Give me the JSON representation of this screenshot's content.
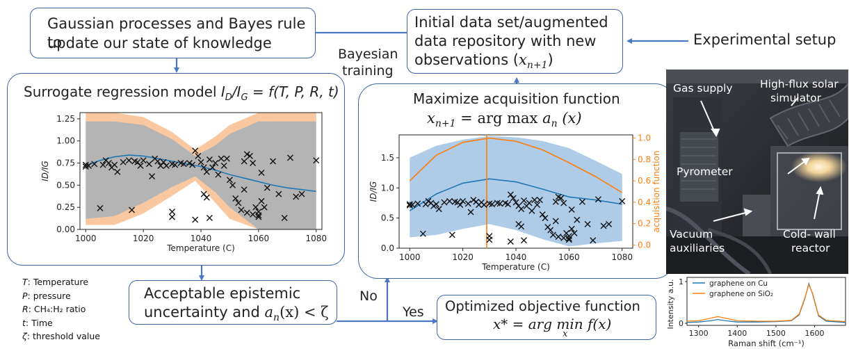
{
  "boxes": {
    "gaussian_line1": "Gaussian processes and Bayes rule to",
    "gaussian_line2": "update our state of knowledge",
    "initial_line1": "Initial data set/augmented",
    "initial_line2": "data repository with new",
    "initial_line3": "observations (",
    "initial_math": "x",
    "initial_sub": "n+1",
    "initial_close": ")",
    "surrogate_title": "Surrogate regression model ",
    "surrogate_ratio": "I",
    "surrogate_ratio_sub_d": "D",
    "surrogate_ratio_slash": "/I",
    "surrogate_ratio_sub_g": "G",
    "surrogate_func": " = f(T, P, R, t)",
    "acq_title": "Maximize acquisition function",
    "acq_formula_lhs": "x",
    "acq_formula_sub": "n+1",
    "acq_formula_rhs": " = arg max ",
    "acq_formula_an": "a",
    "acq_formula_an_sub": "n",
    "acq_formula_arg": " (x)",
    "accept_line1": "Acceptable epistemic",
    "accept_line2": "uncertainty and ",
    "accept_an": "a",
    "accept_an_sub": "n",
    "accept_rest": "(x) < ζ",
    "opt_title": "Optimized objective function",
    "opt_formula": "x* = arg min f(x)",
    "opt_formula_under": "x"
  },
  "arrow_labels": {
    "bayesian": "Bayesian",
    "training": "training",
    "experimental_setup": "Experimental setup",
    "no": "No",
    "yes": "Yes"
  },
  "definitions": [
    {
      "sym": "T",
      "text": ": Temperature"
    },
    {
      "sym": "P",
      "text": ": pressure"
    },
    {
      "sym": "R",
      "text": ": CH₄:H₂ ratio"
    },
    {
      "sym": "t",
      "text": ": Time"
    },
    {
      "sym": "ζ",
      "text": ": threshold value"
    }
  ],
  "photo_labels": {
    "gas_supply": "Gas supply",
    "solar_sim_1": "High-flux solar",
    "solar_sim_2": "simulator",
    "pyrometer": "Pyrometer",
    "vacuum_1": "Vacuum",
    "vacuum_2": "auxiliaries",
    "coldwall_1": "Cold- wall",
    "coldwall_2": "reactor"
  },
  "colors": {
    "box_border": "#3a63a8",
    "arrow": "#4a78c4",
    "series_blue": "#1f77b4",
    "series_orange": "#ff7f0e",
    "ci_blue": "#aecbe8",
    "ci_orange": "#f9c7a0",
    "ci_gray": "#b4b4b4"
  },
  "scatter_points": [
    [
      1000,
      0.71
    ],
    [
      1000,
      0.73
    ],
    [
      1001,
      0.72
    ],
    [
      1003,
      0.74
    ],
    [
      1005,
      0.24
    ],
    [
      1006,
      0.73
    ],
    [
      1007,
      0.78
    ],
    [
      1008,
      0.75
    ],
    [
      1009,
      0.7
    ],
    [
      1010,
      0.73
    ],
    [
      1011,
      0.65
    ],
    [
      1013,
      0.76
    ],
    [
      1015,
      0.78
    ],
    [
      1016,
      0.22
    ],
    [
      1017,
      0.77
    ],
    [
      1018,
      0.76
    ],
    [
      1019,
      0.72
    ],
    [
      1020,
      0.78
    ],
    [
      1022,
      0.74
    ],
    [
      1023,
      0.6
    ],
    [
      1024,
      0.8
    ],
    [
      1025,
      0.77
    ],
    [
      1026,
      0.72
    ],
    [
      1027,
      0.76
    ],
    [
      1028,
      0.72
    ],
    [
      1030,
      0.74
    ],
    [
      1030,
      0.2
    ],
    [
      1030,
      0.14
    ],
    [
      1031,
      0.73
    ],
    [
      1033,
      0.75
    ],
    [
      1034,
      0.74
    ],
    [
      1036,
      0.75
    ],
    [
      1037,
      0.73
    ],
    [
      1038,
      0.11
    ],
    [
      1038,
      0.89
    ],
    [
      1039,
      0.83
    ],
    [
      1040,
      0.76
    ],
    [
      1041,
      0.4
    ],
    [
      1041,
      0.7
    ],
    [
      1042,
      0.36
    ],
    [
      1042,
      0.65
    ],
    [
      1043,
      0.79
    ],
    [
      1043,
      0.13
    ],
    [
      1044,
      0.7
    ],
    [
      1045,
      0.75
    ],
    [
      1046,
      0.62
    ],
    [
      1047,
      0.8
    ],
    [
      1048,
      0.72
    ],
    [
      1049,
      0.8
    ],
    [
      1050,
      0.56
    ],
    [
      1051,
      0.5
    ],
    [
      1052,
      0.35
    ],
    [
      1053,
      0.3
    ],
    [
      1054,
      0.22
    ],
    [
      1055,
      0.45
    ],
    [
      1055,
      0.77
    ],
    [
      1056,
      0.85
    ],
    [
      1056,
      0.19
    ],
    [
      1057,
      0.83
    ],
    [
      1058,
      0.75
    ],
    [
      1058,
      0.17
    ],
    [
      1059,
      0.25
    ],
    [
      1060,
      0.16
    ],
    [
      1060,
      0.14
    ],
    [
      1060,
      0.2
    ],
    [
      1061,
      0.64
    ],
    [
      1061,
      0.32
    ],
    [
      1062,
      0.25
    ],
    [
      1063,
      0.47
    ],
    [
      1065,
      0.77
    ],
    [
      1067,
      0.4
    ],
    [
      1069,
      0.13
    ],
    [
      1071,
      0.81
    ],
    [
      1073,
      0.37
    ],
    [
      1075,
      0.4
    ],
    [
      1080,
      0.78
    ]
  ],
  "chart_data": [
    {
      "type": "scatter",
      "title": "",
      "xlabel": "Temperature (C)",
      "ylabel": "I_D/I_G",
      "xlim": [
        998,
        1082
      ],
      "ylim": [
        0.0,
        1.32
      ],
      "xticks": [
        1000,
        1020,
        1040,
        1060,
        1080
      ],
      "xtick_labels": [
        "1000",
        "1020",
        "1040",
        "1060",
        "1080"
      ],
      "yticks": [
        0.0,
        0.25,
        0.5,
        0.75,
        1.0,
        1.25
      ],
      "ytick_labels": [
        "0.00",
        "0.25",
        "0.50",
        "0.75",
        "1.00",
        "1.25"
      ],
      "mean_curve": [
        [
          1000,
          0.72
        ],
        [
          1005,
          0.78
        ],
        [
          1010,
          0.82
        ],
        [
          1015,
          0.84
        ],
        [
          1020,
          0.83
        ],
        [
          1025,
          0.8
        ],
        [
          1030,
          0.77
        ],
        [
          1035,
          0.74
        ],
        [
          1040,
          0.71
        ],
        [
          1045,
          0.67
        ],
        [
          1050,
          0.62
        ],
        [
          1055,
          0.58
        ],
        [
          1060,
          0.54
        ],
        [
          1065,
          0.5
        ],
        [
          1070,
          0.47
        ],
        [
          1075,
          0.45
        ],
        [
          1080,
          0.43
        ]
      ],
      "grey_band_upper": [
        [
          1000,
          1.22
        ],
        [
          1010,
          1.22
        ],
        [
          1020,
          1.18
        ],
        [
          1030,
          1.02
        ],
        [
          1038,
          0.83
        ],
        [
          1045,
          0.95
        ],
        [
          1050,
          1.08
        ],
        [
          1060,
          1.22
        ],
        [
          1080,
          1.22
        ]
      ],
      "grey_band_lower": [
        [
          1000,
          0.12
        ],
        [
          1010,
          0.15
        ],
        [
          1020,
          0.3
        ],
        [
          1030,
          0.48
        ],
        [
          1038,
          0.6
        ],
        [
          1045,
          0.42
        ],
        [
          1050,
          0.25
        ],
        [
          1060,
          0.0
        ],
        [
          1080,
          0.0
        ]
      ],
      "orange_band_upper": [
        [
          1000,
          1.32
        ],
        [
          1010,
          1.32
        ],
        [
          1020,
          1.27
        ],
        [
          1030,
          1.1
        ],
        [
          1038,
          0.9
        ],
        [
          1045,
          1.05
        ],
        [
          1050,
          1.18
        ],
        [
          1060,
          1.32
        ],
        [
          1080,
          1.32
        ]
      ],
      "orange_band_lower": [
        [
          1000,
          0.05
        ],
        [
          1010,
          0.05
        ],
        [
          1020,
          0.18
        ],
        [
          1030,
          0.38
        ],
        [
          1038,
          0.55
        ],
        [
          1045,
          0.3
        ],
        [
          1050,
          0.12
        ],
        [
          1060,
          0.0
        ],
        [
          1080,
          0.0
        ]
      ]
    },
    {
      "type": "line",
      "title": "",
      "xlabel": "Temperature (C)",
      "ylabel": "I_D/I_G",
      "y2label": "acquisition function",
      "xlim": [
        996,
        1084
      ],
      "ylim": [
        0.0,
        1.88
      ],
      "y2lim": [
        -0.03,
        1.03
      ],
      "xticks": [
        1000,
        1020,
        1040,
        1060,
        1080
      ],
      "xtick_labels": [
        "1000",
        "1020",
        "1040",
        "1060",
        "1080"
      ],
      "yticks": [
        0.0,
        0.5,
        1.0,
        1.5
      ],
      "ytick_labels": [
        "0.0",
        "0.5",
        "1.0",
        "1.5"
      ],
      "y2ticks": [
        0.0,
        0.2,
        0.4,
        0.6,
        0.8,
        1.0
      ],
      "y2tick_labels": [
        "0.0",
        "0.2",
        "0.4",
        "0.6",
        "0.8",
        "1.0"
      ],
      "mean_curve": [
        [
          1000,
          0.62
        ],
        [
          1010,
          0.9
        ],
        [
          1020,
          1.08
        ],
        [
          1030,
          1.15
        ],
        [
          1040,
          1.1
        ],
        [
          1050,
          0.98
        ],
        [
          1060,
          0.85
        ],
        [
          1070,
          0.8
        ],
        [
          1080,
          0.73
        ]
      ],
      "band_upper": [
        [
          1000,
          1.5
        ],
        [
          1010,
          1.7
        ],
        [
          1020,
          1.8
        ],
        [
          1030,
          1.86
        ],
        [
          1040,
          1.84
        ],
        [
          1050,
          1.78
        ],
        [
          1060,
          1.66
        ],
        [
          1070,
          1.45
        ],
        [
          1080,
          1.23
        ]
      ],
      "band_lower": [
        [
          1000,
          0.18
        ],
        [
          1010,
          0.22
        ],
        [
          1020,
          0.32
        ],
        [
          1030,
          0.4
        ],
        [
          1040,
          0.3
        ],
        [
          1050,
          0.15
        ],
        [
          1060,
          0.03
        ],
        [
          1070,
          0.08
        ],
        [
          1080,
          0.12
        ]
      ],
      "acquisition_curve": [
        [
          1000,
          0.6
        ],
        [
          1010,
          0.84
        ],
        [
          1020,
          0.96
        ],
        [
          1030,
          1.0
        ],
        [
          1040,
          0.97
        ],
        [
          1050,
          0.89
        ],
        [
          1060,
          0.77
        ],
        [
          1070,
          0.64
        ],
        [
          1080,
          0.49
        ]
      ],
      "vline_x": 1029
    },
    {
      "type": "line",
      "title": "",
      "xlabel": "Raman shift (cm⁻¹)",
      "ylabel": "Intensity a.u.",
      "xlim": [
        1270,
        1680
      ],
      "ylim": [
        -0.05,
        1.1
      ],
      "xticks": [
        1300,
        1400,
        1500,
        1600
      ],
      "xtick_labels": [
        "1300",
        "1400",
        "1500",
        "1600"
      ],
      "yticks": [
        0,
        1
      ],
      "ytick_labels": [
        "0",
        "1"
      ],
      "legend": "top-left",
      "series": [
        {
          "name": "graphene on Cu",
          "color": "#1f77b4",
          "points": [
            [
              1270,
              0.02
            ],
            [
              1300,
              0.03
            ],
            [
              1330,
              0.06
            ],
            [
              1350,
              0.09
            ],
            [
              1370,
              0.06
            ],
            [
              1400,
              0.03
            ],
            [
              1450,
              0.03
            ],
            [
              1500,
              0.04
            ],
            [
              1540,
              0.06
            ],
            [
              1560,
              0.2
            ],
            [
              1575,
              0.6
            ],
            [
              1585,
              0.95
            ],
            [
              1595,
              0.7
            ],
            [
              1610,
              0.18
            ],
            [
              1630,
              0.05
            ],
            [
              1680,
              0.02
            ]
          ]
        },
        {
          "name": "graphene on SiO₂",
          "color": "#ff7f0e",
          "points": [
            [
              1270,
              0.05
            ],
            [
              1300,
              0.06
            ],
            [
              1330,
              0.12
            ],
            [
              1350,
              0.16
            ],
            [
              1370,
              0.12
            ],
            [
              1400,
              0.06
            ],
            [
              1450,
              0.05
            ],
            [
              1500,
              0.05
            ],
            [
              1540,
              0.07
            ],
            [
              1560,
              0.22
            ],
            [
              1575,
              0.62
            ],
            [
              1585,
              0.92
            ],
            [
              1595,
              0.72
            ],
            [
              1610,
              0.2
            ],
            [
              1630,
              0.07
            ],
            [
              1680,
              0.04
            ]
          ]
        }
      ]
    }
  ]
}
